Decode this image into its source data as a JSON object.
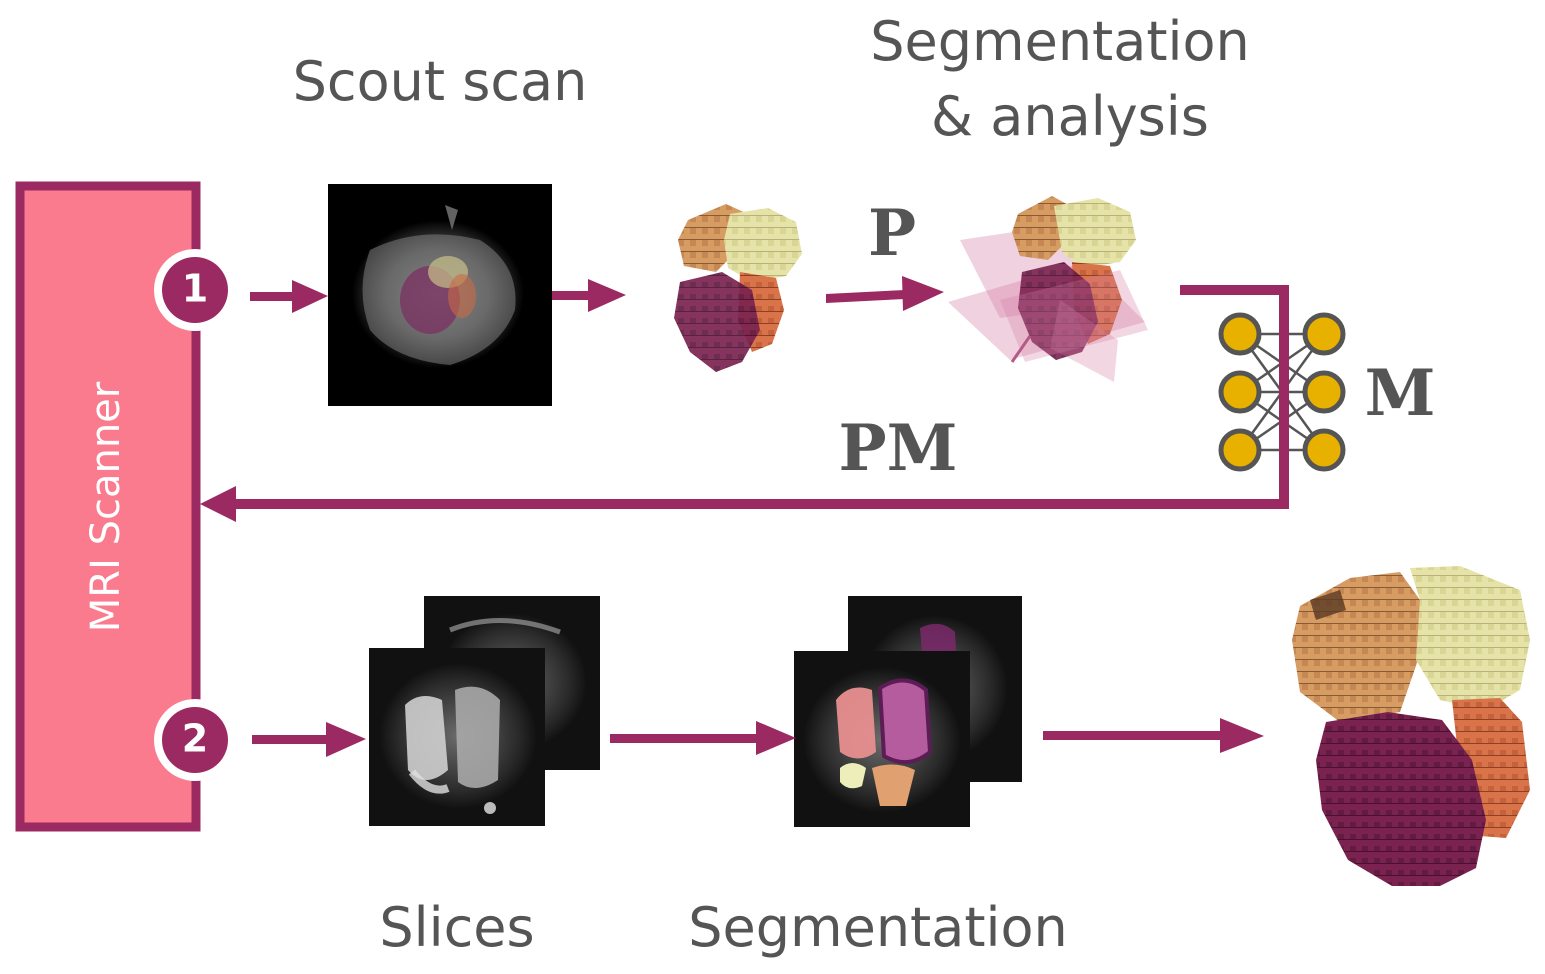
{
  "scanner": {
    "label": "MRI Scanner"
  },
  "steps": [
    {
      "number": "1"
    },
    {
      "number": "2"
    }
  ],
  "labels": {
    "scout_scan": "Scout scan",
    "seg_analysis_line1": "Segmentation",
    "seg_analysis_line2": "& analysis",
    "p": "P",
    "m": "M",
    "pm": "PM",
    "slices": "Slices",
    "segmentation": "Segmentation"
  },
  "colors": {
    "arrow": "#9c2a62",
    "scanner_fill": "#f97b8d",
    "scanner_border": "#9c2a62",
    "node": "#e8b100",
    "text": "#555555"
  }
}
